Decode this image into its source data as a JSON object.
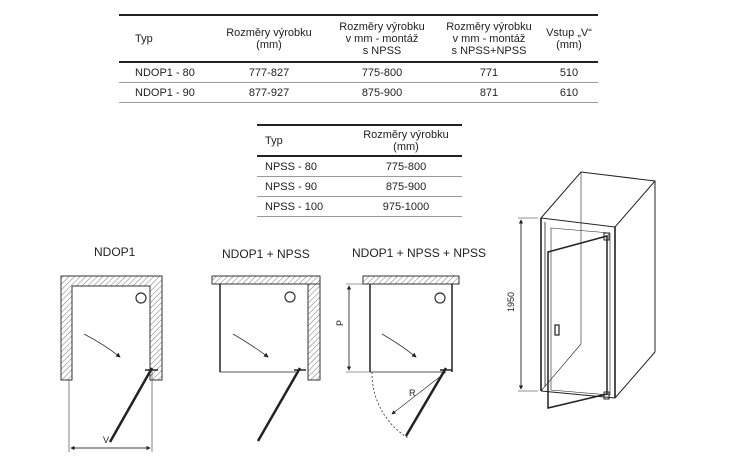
{
  "table_main": {
    "headers": [
      "Typ",
      "Rozměry výrobku\n(mm)",
      "Rozměry výrobku\nv mm - montáž\ns NPSS",
      "Rozměry výrobku\nv mm - montáž\ns NPSS+NPSS",
      "Vstup „V“\n(mm)"
    ],
    "rows": [
      [
        "NDOP1 - 80",
        "777-827",
        "775-800",
        "771",
        "510"
      ],
      [
        "NDOP1 - 90",
        "877-927",
        "875-900",
        "871",
        "610"
      ]
    ]
  },
  "table_npss": {
    "headers": [
      "Typ",
      "Rozměry výrobku\n(mm)"
    ],
    "rows": [
      [
        "NPSS - 80",
        "775-800"
      ],
      [
        "NPSS - 90",
        "875-900"
      ],
      [
        "NPSS - 100",
        "975-1000"
      ]
    ]
  },
  "diagrams": {
    "ndop1": {
      "title": "NDOP1",
      "dim_label": "V"
    },
    "ndop1_npss": {
      "title": "NDOP1 + NPSS"
    },
    "ndop1_npss_npss": {
      "title": "NDOP1 + NPSS + NPSS",
      "dim_p": "P",
      "dim_r": "R"
    },
    "iso": {
      "height_label": "1950"
    }
  }
}
